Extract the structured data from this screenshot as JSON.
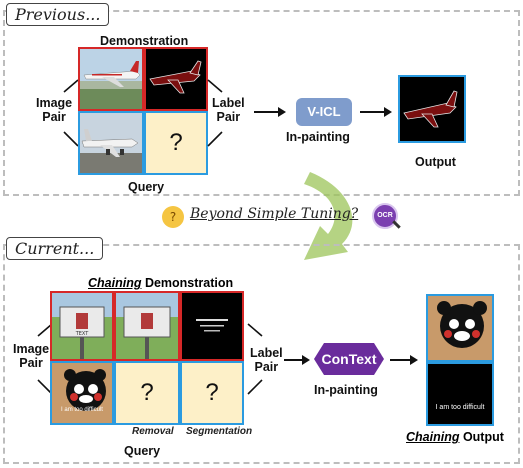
{
  "previous": {
    "tag": "Previous...",
    "demonstration_label": "Demonstration",
    "image_pair_label": "Image\nPair",
    "label_pair_label": "Label\nPair",
    "query_label": "Query",
    "query_mark": "?",
    "model_button": "V-ICL",
    "inpainting_label": "In-painting",
    "output_label": "Output"
  },
  "middle": {
    "thinking_icon": "thinking-face-icon",
    "question": "Beyond Simple Tuning?",
    "ocr_badge": "OCR"
  },
  "current": {
    "tag": "Current...",
    "demonstration_prefix": "Chaining",
    "demonstration_suffix": " Demonstration",
    "image_pair_label": "Image\nPair",
    "label_pair_label": "Label\nPair",
    "query_label": "Query",
    "query_mark": "?",
    "removal_label": "Removal",
    "segmentation_label": "Segmentation",
    "model_button": "ConText",
    "inpainting_label": "In-painting",
    "output_prefix": "Chaining",
    "output_suffix": " Output",
    "image_caption": "I am too difficult"
  },
  "colors": {
    "demo_border": "#d62828",
    "query_border": "#2b9be0",
    "query_fill": "#fdf0c8",
    "vicl": "#7f9ccc",
    "context": "#6a2c9c",
    "curve_arrow": "#9cc45a"
  }
}
